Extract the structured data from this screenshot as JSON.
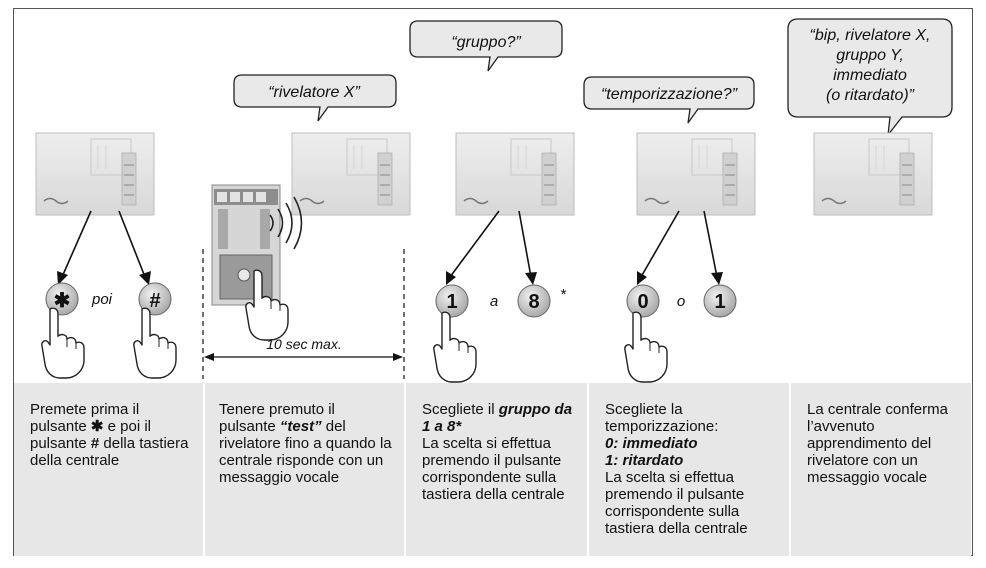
{
  "bubbles": {
    "b2": "“rivelatore X”",
    "b3": "“gruppo?”",
    "b4": "“temporizzazione?”",
    "b5_line1": "“bip, rivelatore X,",
    "b5_line2": "gruppo Y,",
    "b5_line3": "immediato",
    "b5_line4": "(o ritardato)”"
  },
  "keys": {
    "step1_left": "✱",
    "step1_right": "#",
    "step1_connector": "poi",
    "step3_left": "1",
    "step3_right": "8",
    "step3_connector": "a",
    "step3_note": "*",
    "step4_left": "0",
    "step4_right": "1",
    "step4_connector": "o"
  },
  "timer_label": "10 sec max.",
  "steps": {
    "s1": {
      "t1": "Premete prima il pulsante",
      "star": "✱",
      "t2": "e poi il pulsante",
      "hash": "#",
      "t3": "della tastiera della centrale"
    },
    "s2": {
      "t1": "Tenere premuto il pulsante",
      "test": "“test”",
      "t2": "del rivelatore fino a quando la centrale risponde con un messaggio vocale"
    },
    "s3": {
      "t1": "Scegliete il",
      "group": "gruppo da 1 a 8*",
      "t2": "La scelta si effettua premendo il pulsante corrispondente sulla tastiera della centrale"
    },
    "s4": {
      "t1": "Scegliete la temporizzazione:",
      "opt0": "0: immediato",
      "opt1": "1: ritardato",
      "t2": "La scelta si effettua premendo il pulsante corrispondente sulla tastiera della centrale"
    },
    "s5": {
      "t1": "La centrale conferma l’avvenuto apprendimento del rivelatore con un messaggio vocale"
    }
  },
  "icons": [
    "control-panel-icon",
    "detector-icon",
    "pointing-hand-icon",
    "sound-waves-icon"
  ],
  "colors": {
    "panel_fill": "#e7e7e7",
    "key_fill": "#c9c9c9",
    "device_fill": "#d6d6d6"
  }
}
